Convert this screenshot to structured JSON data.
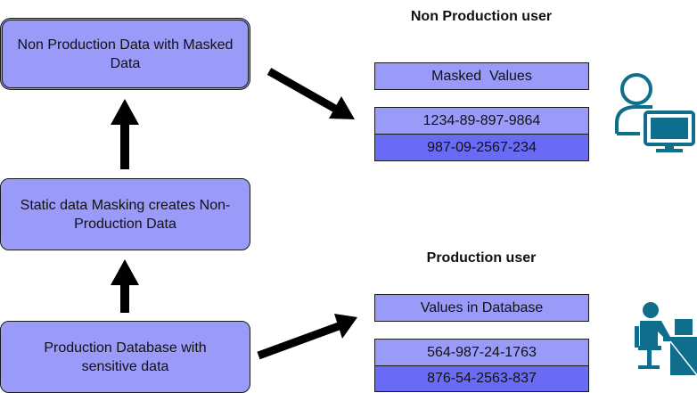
{
  "flow": {
    "masked_box": "Non Production Data with Masked Data",
    "masking_box": "Static data Masking creates Non-Production Data",
    "production_box": "Production Database with sensitive data"
  },
  "non_production": {
    "title": "Non Production user",
    "header": "Masked  Values",
    "values": [
      "1234-89-897-9864",
      "987-09-2567-234"
    ]
  },
  "production": {
    "title": "Production user",
    "header": "Values in Database",
    "values": [
      "564-987-24-1763",
      "876-54-2563-837"
    ]
  },
  "colors": {
    "box_fill": "#9a9bf8",
    "value_dark": "#6a6bf4",
    "icon_teal": "#0f6e8c",
    "arrow": "#000000"
  }
}
